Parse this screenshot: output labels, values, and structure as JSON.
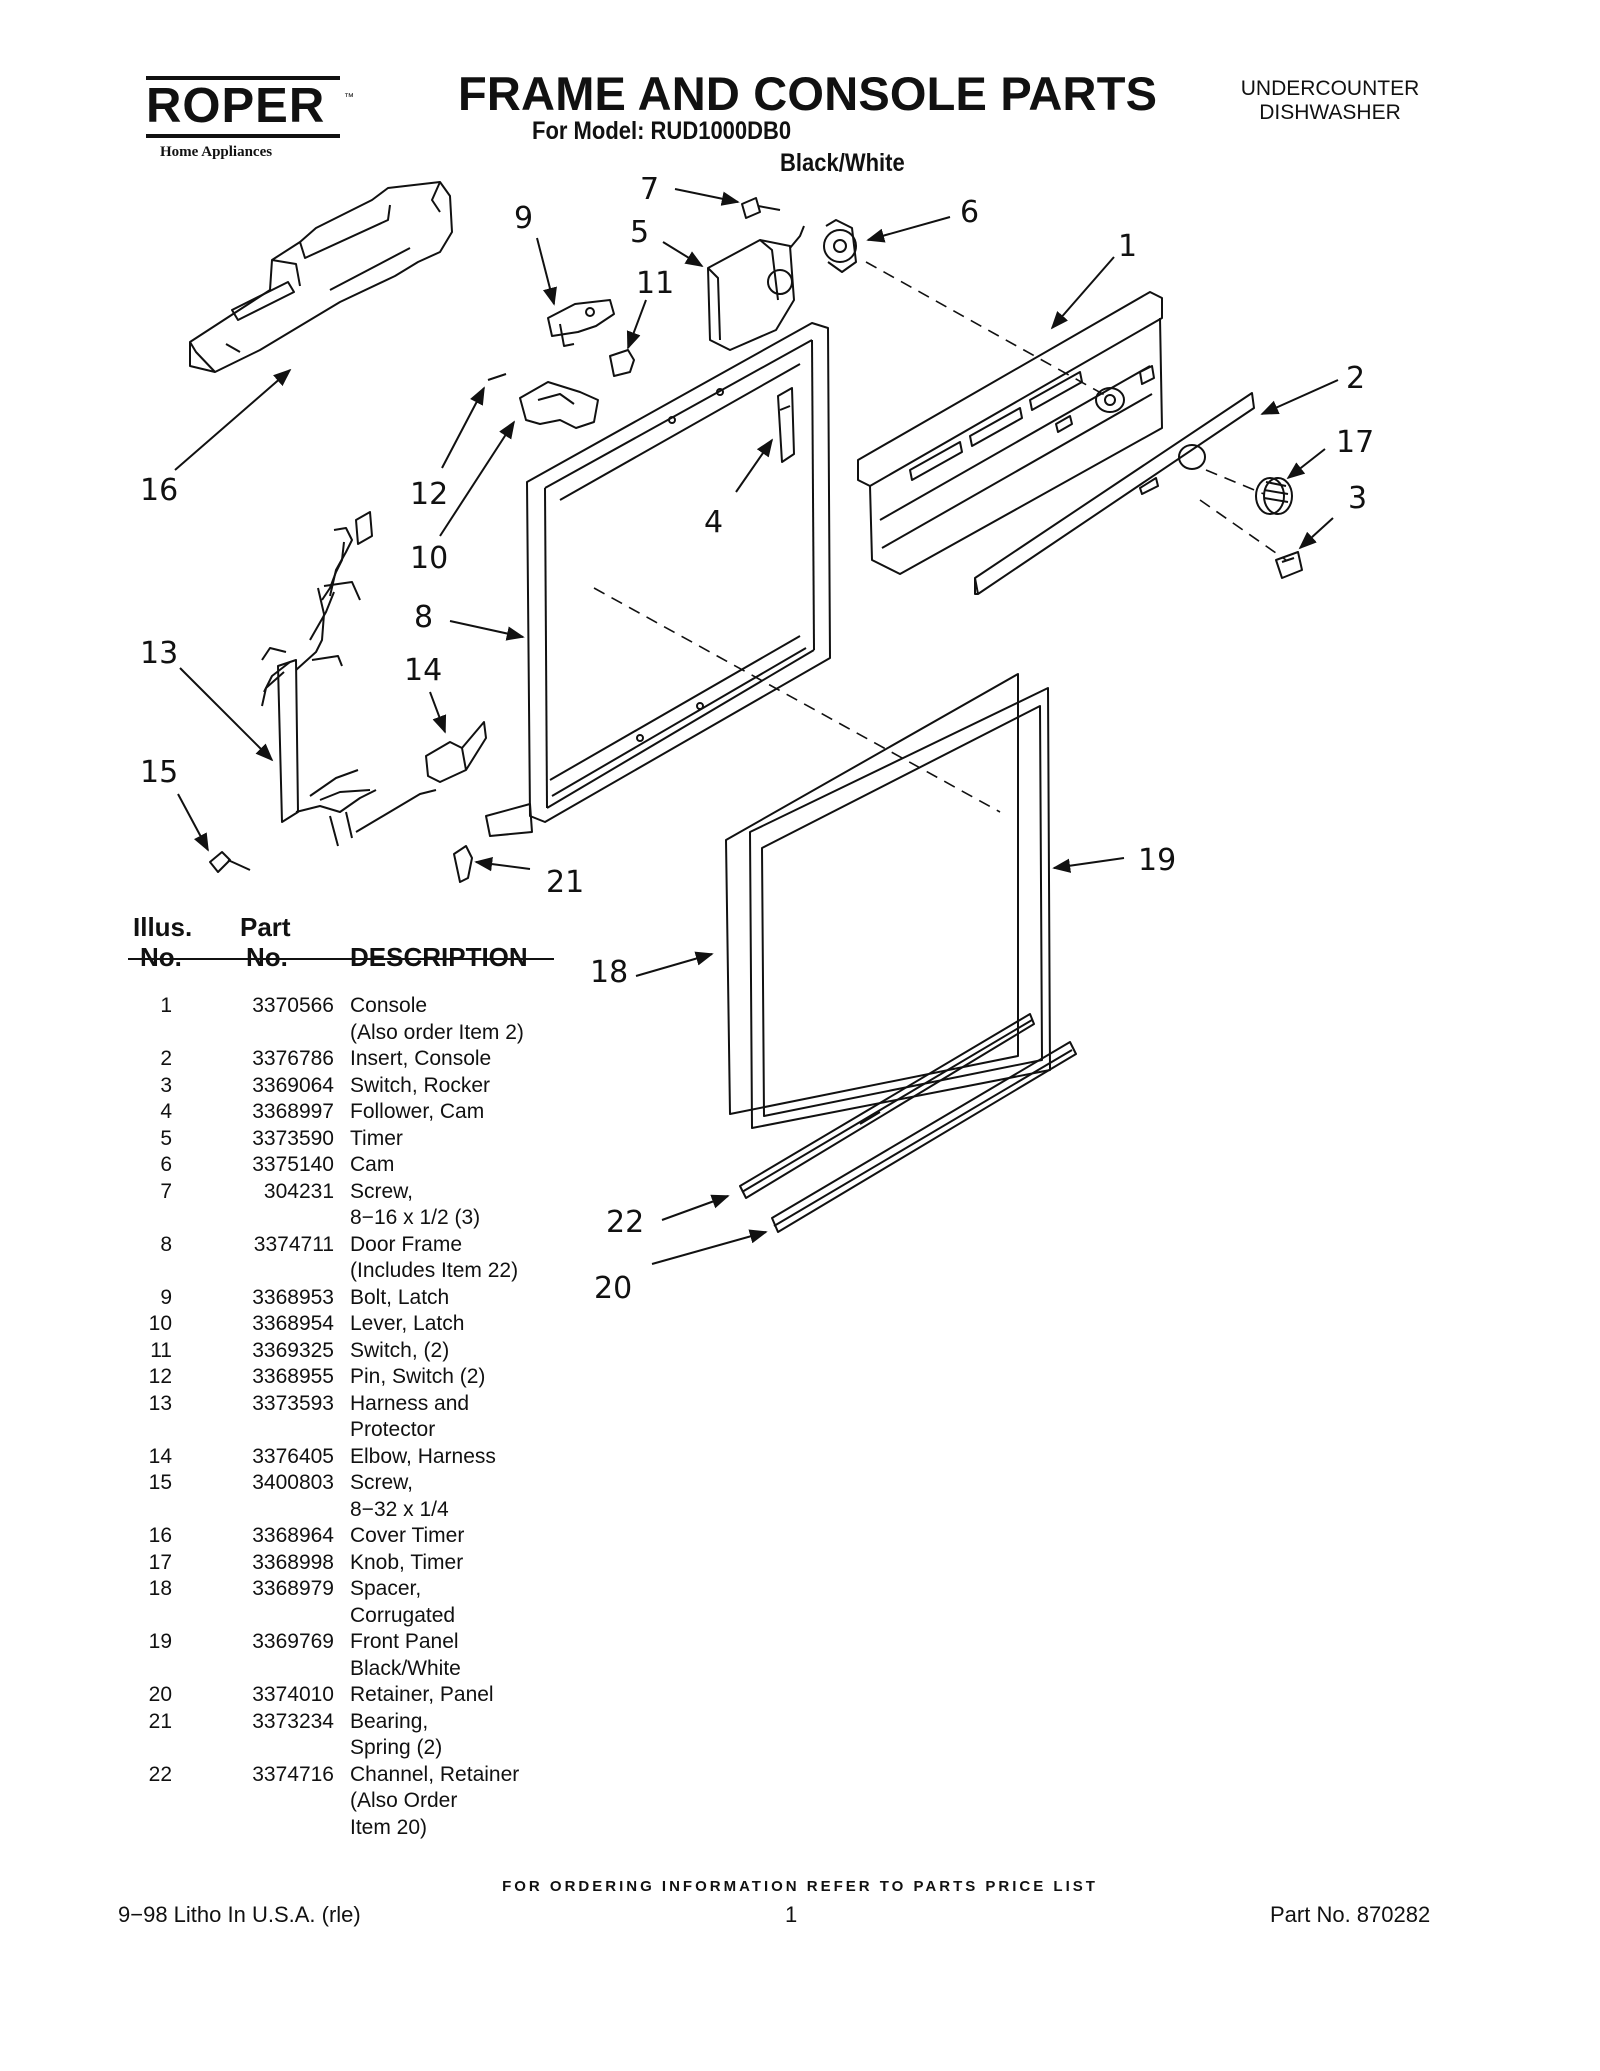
{
  "header": {
    "logo_text": "ROPER",
    "logo_tm": "™",
    "logo_subtitle": "Home Appliances",
    "title": "FRAME AND CONSOLE PARTS",
    "model_line": "For Model: RUD1000DB0",
    "variant": "Black/White",
    "product_line1": "UNDERCOUNTER",
    "product_line2": "DISHWASHER"
  },
  "diagram": {
    "callouts": [
      "1",
      "2",
      "3",
      "4",
      "5",
      "6",
      "7",
      "8",
      "9",
      "10",
      "11",
      "12",
      "13",
      "14",
      "15",
      "16",
      "17",
      "18",
      "19",
      "20",
      "21",
      "22"
    ]
  },
  "table": {
    "headers": {
      "illus_line1": "Illus.",
      "illus_line2": "No.",
      "part_line1": "Part",
      "part_line2": "No.",
      "description": "DESCRIPTION"
    },
    "rows": [
      {
        "no": "1",
        "part": "3370566",
        "desc": [
          "Console",
          "(Also order Item 2)"
        ]
      },
      {
        "no": "2",
        "part": "3376786",
        "desc": [
          "Insert, Console"
        ]
      },
      {
        "no": "3",
        "part": "3369064",
        "desc": [
          "Switch, Rocker"
        ]
      },
      {
        "no": "4",
        "part": "3368997",
        "desc": [
          "Follower, Cam"
        ]
      },
      {
        "no": "5",
        "part": "3373590",
        "desc": [
          "Timer"
        ]
      },
      {
        "no": "6",
        "part": "3375140",
        "desc": [
          "Cam"
        ]
      },
      {
        "no": "7",
        "part": "304231",
        "desc": [
          "Screw,",
          "8−16 x 1/2 (3)"
        ]
      },
      {
        "no": "8",
        "part": "3374711",
        "desc": [
          "Door Frame",
          "(Includes Item 22)"
        ]
      },
      {
        "no": "9",
        "part": "3368953",
        "desc": [
          "Bolt, Latch"
        ]
      },
      {
        "no": "10",
        "part": "3368954",
        "desc": [
          "Lever, Latch"
        ]
      },
      {
        "no": "11",
        "part": "3369325",
        "desc": [
          "Switch, (2)"
        ]
      },
      {
        "no": "12",
        "part": "3368955",
        "desc": [
          "Pin, Switch (2)"
        ]
      },
      {
        "no": "13",
        "part": "3373593",
        "desc": [
          "Harness and",
          "Protector"
        ]
      },
      {
        "no": "14",
        "part": "3376405",
        "desc": [
          "Elbow, Harness"
        ]
      },
      {
        "no": "15",
        "part": "3400803",
        "desc": [
          "Screw,",
          "8−32 x 1/4"
        ]
      },
      {
        "no": "16",
        "part": "3368964",
        "desc": [
          "Cover Timer"
        ]
      },
      {
        "no": "17",
        "part": "3368998",
        "desc": [
          "Knob, Timer"
        ]
      },
      {
        "no": "18",
        "part": "3368979",
        "desc": [
          "Spacer,",
          "Corrugated"
        ]
      },
      {
        "no": "19",
        "part": "3369769",
        "desc": [
          "Front Panel",
          "Black/White"
        ]
      },
      {
        "no": "20",
        "part": "3374010",
        "desc": [
          "Retainer, Panel"
        ]
      },
      {
        "no": "21",
        "part": "3373234",
        "desc": [
          "Bearing,",
          "Spring (2)"
        ]
      },
      {
        "no": "22",
        "part": "3374716",
        "desc": [
          "Channel, Retainer",
          "(Also Order",
          "Item 20)"
        ]
      }
    ]
  },
  "footer": {
    "ordering_note": "FOR ORDERING INFORMATION REFER TO PARTS PRICE LIST",
    "litho": "9−98 Litho In U.S.A. (rle)",
    "page": "1",
    "part_no": "Part No. 870282"
  }
}
